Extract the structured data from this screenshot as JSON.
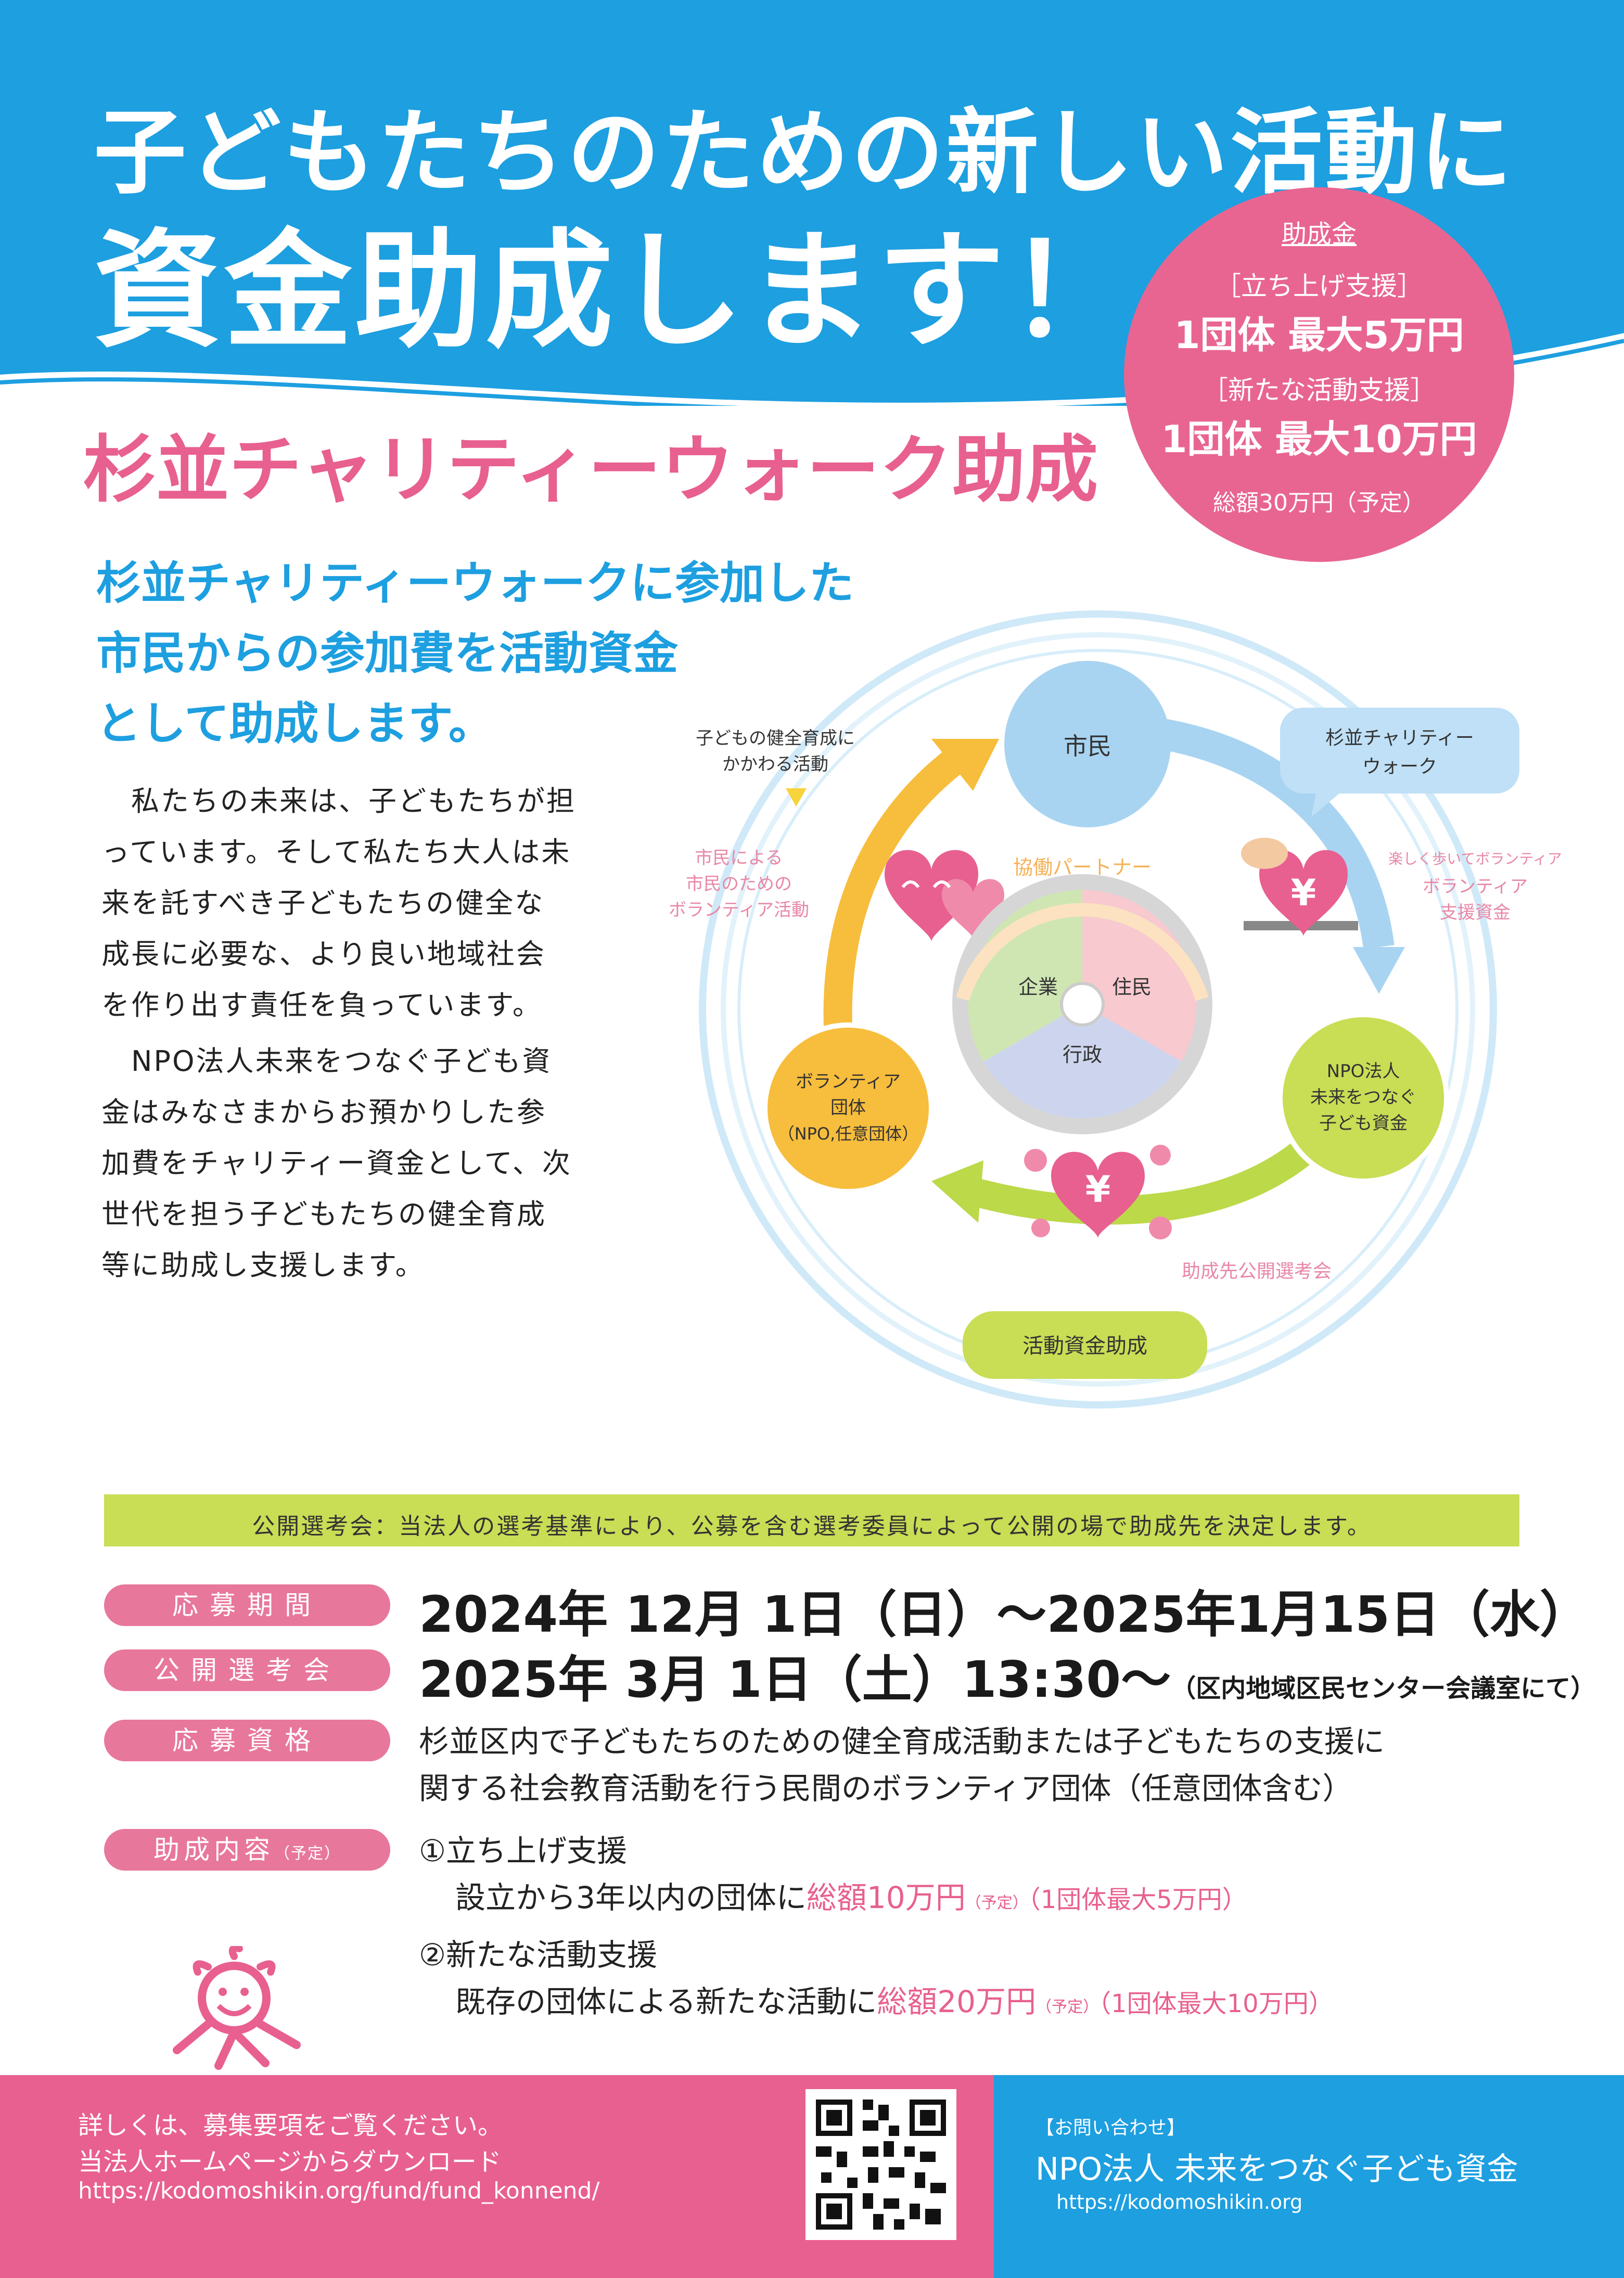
{
  "header": {
    "line1": "子どもたちのための新しい活動に",
    "line2": "資金助成します！"
  },
  "subtitle": "杉並チャリティーウォーク助成",
  "badge": {
    "heading": "助成金",
    "item1_label": "［立ち上げ支援］",
    "item1_value": "1団体 最大5万円",
    "item2_label": "［新たな活動支援］",
    "item2_value": "1団体 最大10万円",
    "total": "総額30万円（予定）"
  },
  "lead": [
    "杉並チャリティーウォークに参加した",
    "市民からの参加費を活動資金",
    "として助成します。"
  ],
  "body": [
    "　私たちの未来は、子どもたちが担",
    "っています。そして私たち大人は未",
    "来を託すべき子どもたちの健全な",
    "成長に必要な、より良い地域社会",
    "を作り出す責任を負っています。",
    "　NPO法人未来をつなぐ子ども資",
    "金はみなさまからお預かりした参",
    "加費をチャリティー資金として、次",
    "世代を担う子どもたちの健全育成",
    "等に助成し支援します。"
  ],
  "diagram": {
    "citizen": "市民",
    "walk": [
      "杉並チャリティー",
      "ウォーク"
    ],
    "activity_callout": [
      "子どもの健全育成に",
      "かかわる活動"
    ],
    "volunteer_activity": [
      "市民による",
      "市民のための",
      "ボランティア活動"
    ],
    "fun_walk": "楽しく歩いてボランティア",
    "volunteer_fund": [
      "ボランティア",
      "支援資金"
    ],
    "partner": "協働パートナー",
    "company": "企業",
    "resident": "住民",
    "government": "行政",
    "group": [
      "ボランティア",
      "団体",
      "（NPO,任意団体）"
    ],
    "npo": [
      "NPO法人",
      "未来をつなぐ",
      "子ども資金"
    ],
    "selection": "助成先公開選考会",
    "grant": "活動資金助成",
    "yen": "¥"
  },
  "notice": "公開選考会：当法人の選考基準により、公募を含む選考委員によって公開の場で助成先を決定します。",
  "info": {
    "period_label": "応募期間",
    "period_value": "2024年 12月 1日（日）〜2025年1月15日（水）",
    "selection_label": "公開選考会",
    "selection_value": "2025年 3月 1日（土）13:30〜",
    "selection_venue": "（区内地域区民センター会議室にて）",
    "eligibility_label": "応募資格",
    "eligibility_lines": [
      "杉並区内で子どもたちのための健全育成活動または子どもたちの支援に",
      "関する社会教育活動を行う民間のボランティア団体（任意団体含む）"
    ],
    "content_label": "助成内容",
    "content_label_small": "（予定）",
    "item1_title": "①立ち上げ支援",
    "item1_prefix": "設立から3年以内の団体に",
    "item1_total": "総額10万円",
    "item1_note": "（予定）",
    "item1_limit": "（1団体最大5万円）",
    "item2_title": "②新たな活動支援",
    "item2_prefix": "既存の団体による新たな活動に",
    "item2_total": "総額20万円",
    "item2_note": "（予定）",
    "item2_limit": "（1団体最大10万円）"
  },
  "footer": {
    "line1": "詳しくは、募集要項をご覧ください。",
    "line2": "当法人ホームページからダウンロード",
    "url_fund": "https://kodomoshikin.org/fund/fund_konnend/",
    "contact_label": "【お問い合わせ】",
    "org": "NPO法人 未来をつなぐ子ども資金",
    "url": "https://kodomoshikin.org"
  },
  "colors": {
    "blue": "#1d9fe0",
    "pink": "#e8608f",
    "lime": "#c9dd55",
    "yellow": "#f7bd3c"
  }
}
